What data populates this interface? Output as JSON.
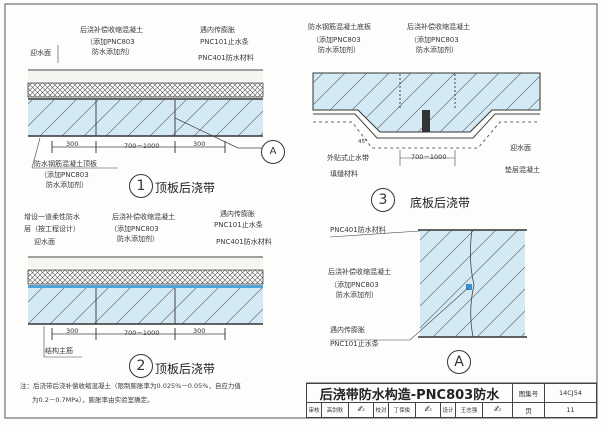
{
  "detail1": {
    "label_concrete": "后浇补偿收缩混凝土",
    "label_concrete_add": "（添加PNC803",
    "label_concrete_add2": "防水添加剂）",
    "label_swell": "遇内传膨胀",
    "label_pnc101": "PNC101止水条",
    "label_pnc401": "PNC401防水材料",
    "label_water_face": "迎水面",
    "label_slab": "防水钢筋混凝土顶板",
    "label_slab_add": "（添加PNC803",
    "label_slab_add2": "防水添加剂）",
    "dims": [
      "300",
      "700－1000",
      "300"
    ],
    "callout": "A",
    "number": "1",
    "title": "顶板后浇带"
  },
  "detail2": {
    "label_flex": "增设一道柔性防水",
    "label_flex2": "层（按工程设计）",
    "label_water_face": "迎水面",
    "label_concrete": "后浇补偿收缩混凝土",
    "label_concrete_add": "（添加PNC803",
    "label_concrete_add2": "防水添加剂）",
    "label_swell": "遇内传膨胀",
    "label_pnc101": "PNC101止水条",
    "label_pnc401": "PNC401防水材料",
    "label_rebar": "结构主筋",
    "dims": [
      "300",
      "700－1000",
      "300"
    ],
    "number": "2",
    "title": "顶板后浇带"
  },
  "detail3": {
    "label_slab": "防水钢筋混凝土底板",
    "label_slab_add": "（添加PNC803",
    "label_slab_add2": "防水添加剂）",
    "label_concrete": "后浇补偿收缩混凝土",
    "label_concrete_add": "（添加PNC803",
    "label_concrete_add2": "防水添加剂）",
    "label_angle": "45°",
    "label_waterstop": "外贴式止水带",
    "label_filler": "填缝材料",
    "dim": "700－1000",
    "label_water_face": "迎水面",
    "label_cushion": "垫层混凝土",
    "number": "3",
    "title": "底板后浇带"
  },
  "detailA": {
    "label_pnc401": "PNC401防水材料",
    "label_concrete": "后浇补偿收缩混凝土",
    "label_concrete_add": "（添加PNC803",
    "label_concrete_add2": "防水添加剂）",
    "label_swell": "遇内传膨胀",
    "label_pnc101": "PNC101止水条",
    "callout": "A"
  },
  "note": {
    "line1": "注：后浇带后浇补偿收缩混凝土（限制膨胀率为0.025%－0.05%，自应力值",
    "line2": "为0.2－0.7MPa），膨胀率由实验室确定。"
  },
  "title_block": {
    "title": "后浇带防水构造-PNC803防水",
    "atlas_label": "图集号",
    "atlas_no": "14CJ54",
    "review_label": "审核",
    "reviewer": "高剑秋",
    "check_label": "校对",
    "checker": "丁保俊",
    "design_label": "设计",
    "designer": "王志强",
    "page_label": "页",
    "page_no": "11"
  },
  "colors": {
    "slab_blue": "#cfe6f2",
    "line": "#444444"
  }
}
